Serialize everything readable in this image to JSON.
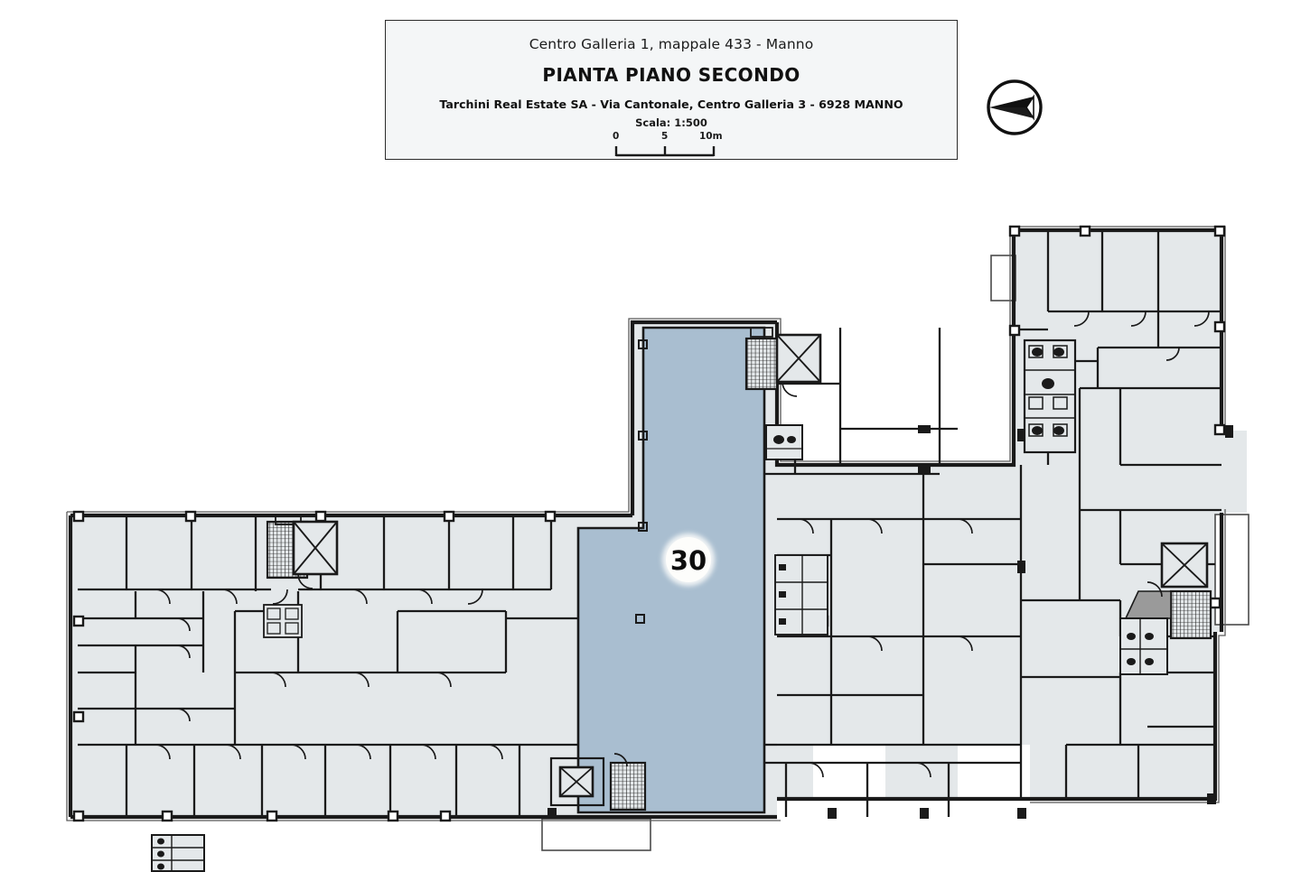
{
  "title_block": {
    "subject": "Centro Galleria 1, mappale 433 - Manno",
    "plan_title": "PIANTA PIANO SECONDO",
    "company": "Tarchini Real Estate SA - Via Cantonale, Centro Galleria 3 - 6928 MANNO",
    "scale_text": "Scala: 1:500",
    "scale_bar": {
      "tick_0": "0",
      "tick_5": "5",
      "tick_10": "10m"
    }
  },
  "compass": {
    "name": "north-arrow",
    "direction": "left"
  },
  "plan": {
    "highlighted_unit": {
      "number": "30",
      "fill": "#a9bed0",
      "badge_fill": "#fdfdfb"
    },
    "room_fill": "#e4e8ea",
    "terrace_fill": "#ffffff",
    "wall_color": "#1a1a1a",
    "cores": [
      {
        "name": "stair-core-west",
        "type": "stair-and-elevator"
      },
      {
        "name": "stair-core-north",
        "type": "stair-and-elevator"
      },
      {
        "name": "stair-core-east",
        "type": "stair-and-elevator"
      },
      {
        "name": "stair-core-south",
        "type": "stair-and-elevator"
      }
    ],
    "terraces": [
      {
        "name": "terrace-northwest"
      },
      {
        "name": "terrace-east"
      },
      {
        "name": "terrace-south"
      }
    ]
  }
}
